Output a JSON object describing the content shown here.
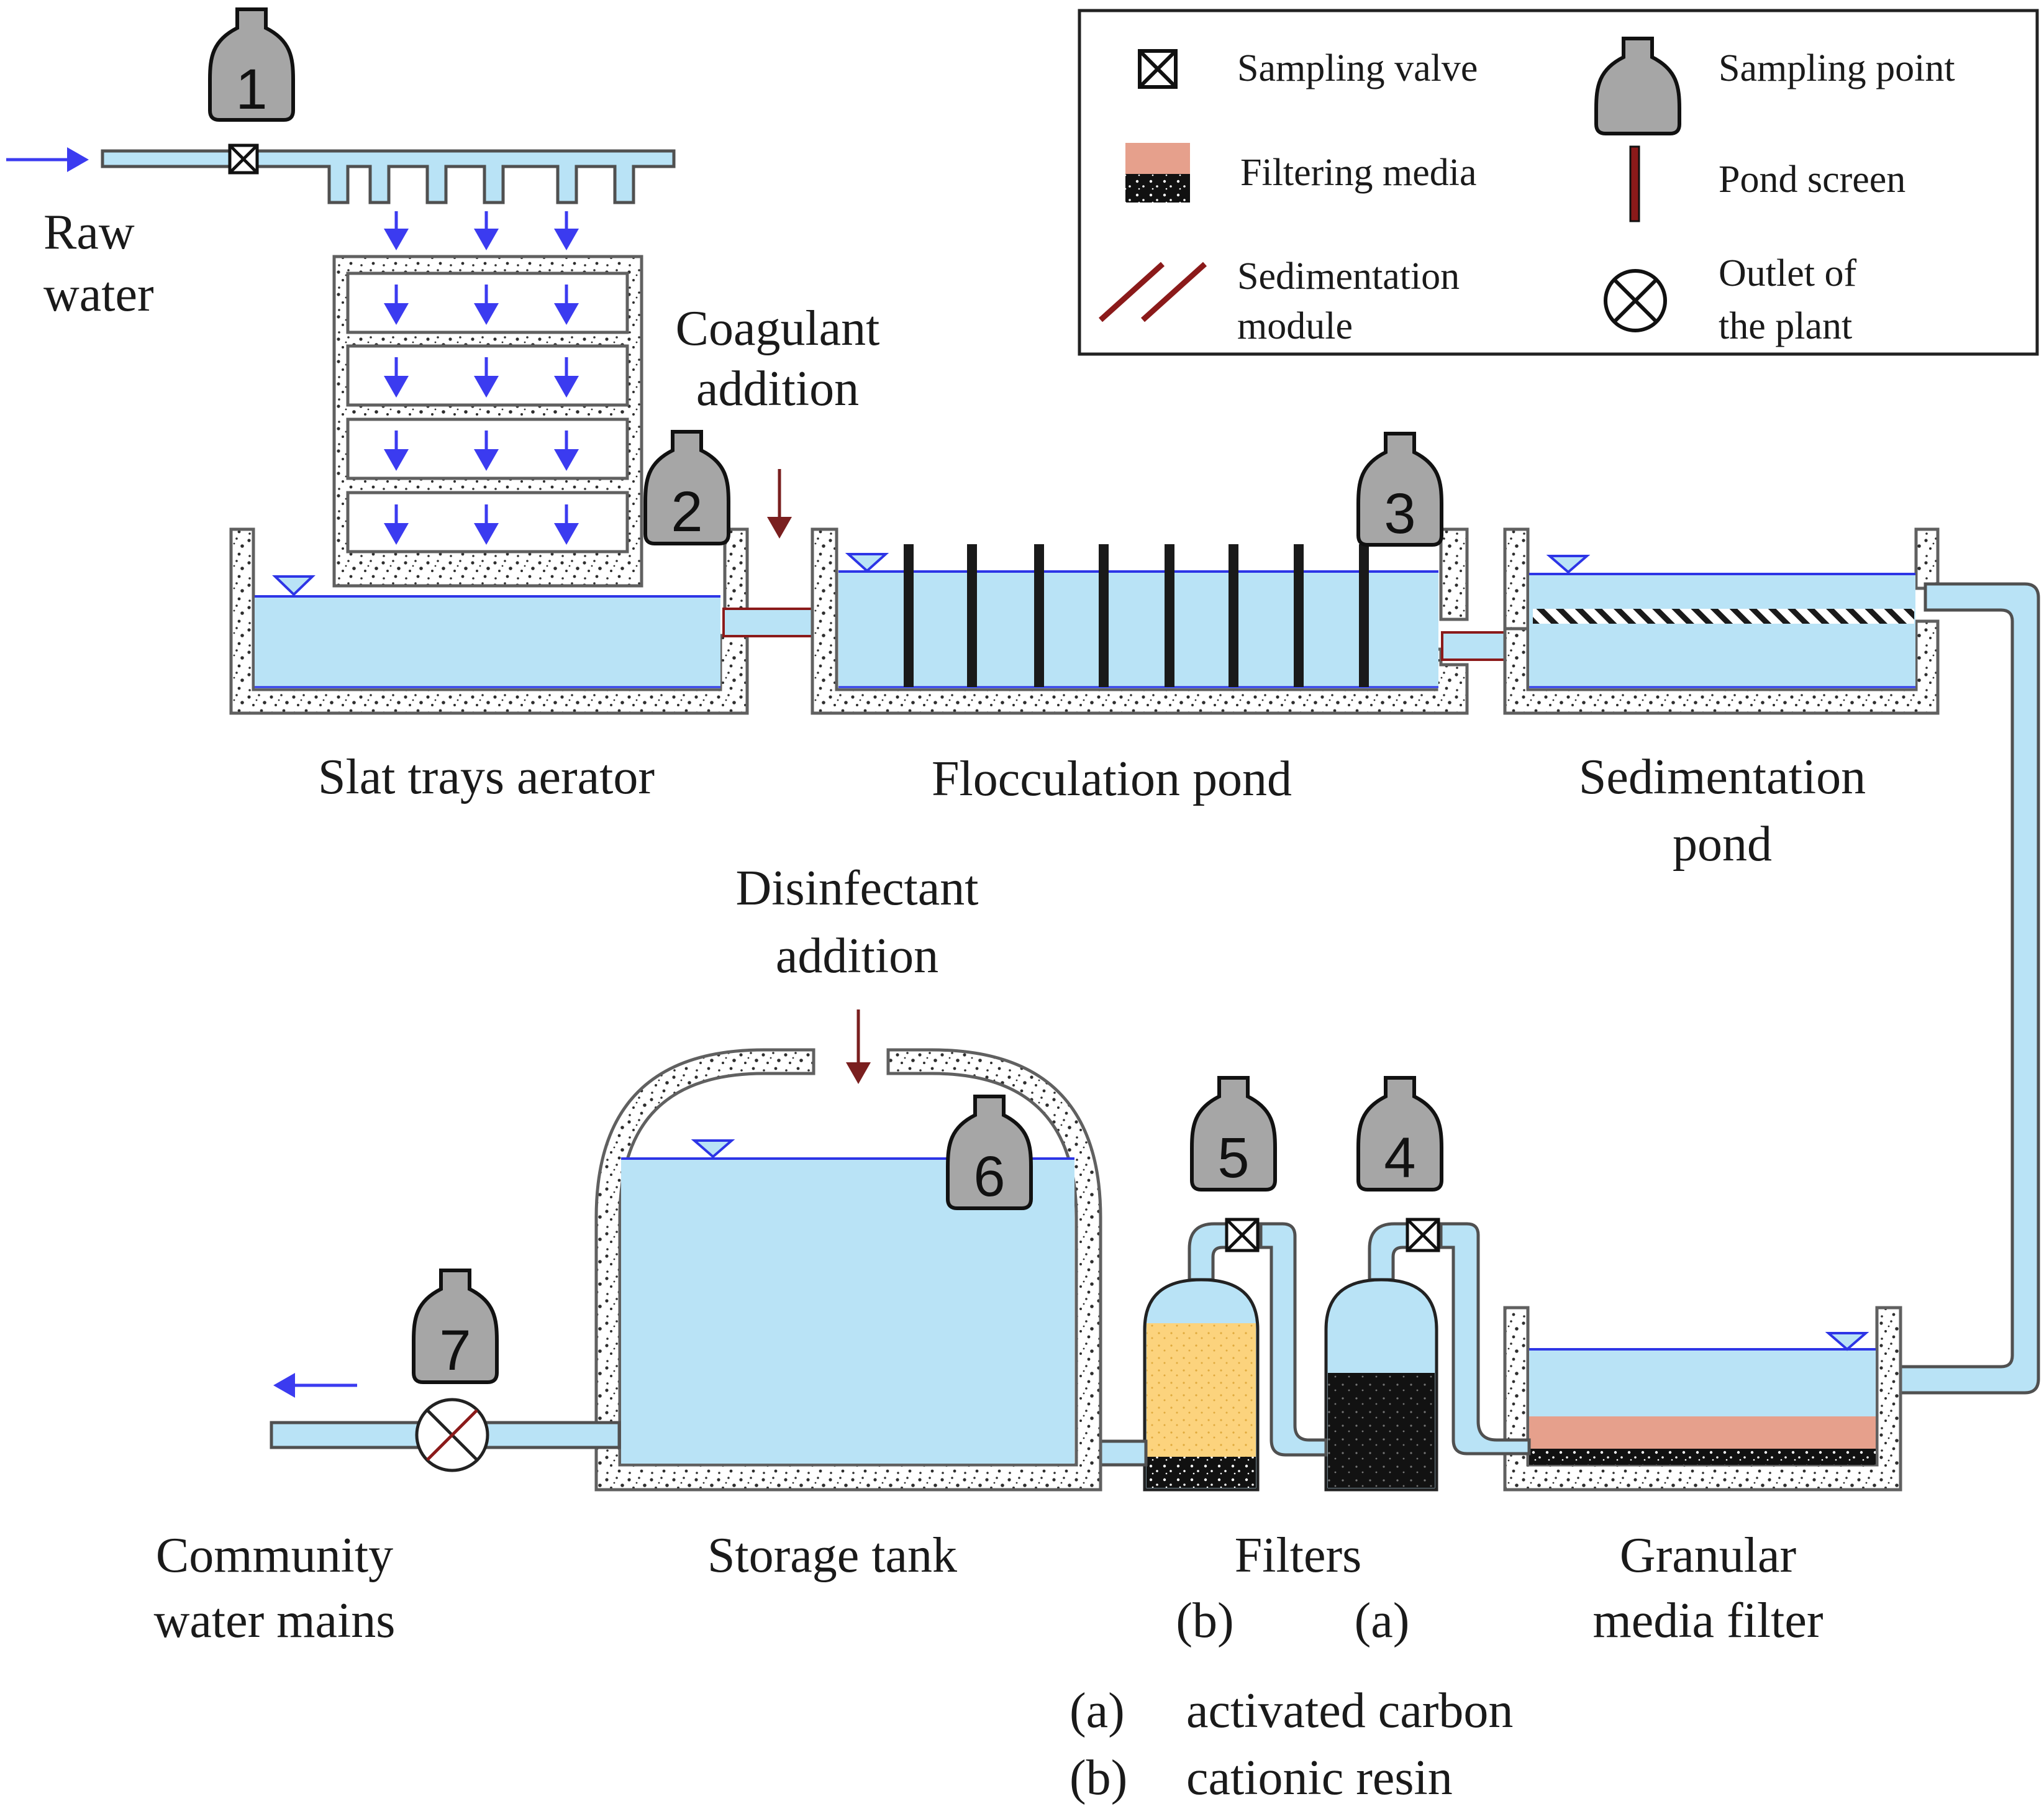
{
  "colors": {
    "water": "#b9e3f6",
    "water_line": "#2d35e6",
    "flow_arrow": "#3b3bf0",
    "wall": "#606060",
    "wall_fill": "#ffffff",
    "speckle": "#303030",
    "chemical_arrow": "#7a1f1f",
    "screen": "#222222",
    "sed_module": "#8b1a1a",
    "filter_media_top": "#e6a08c",
    "resin": "#fcd37d",
    "carbon": "#121212",
    "bottle": "#a6a6a6"
  },
  "legend": {
    "sampling_valve": "Sampling valve",
    "sampling_point": "Sampling point",
    "filtering_media": "Filtering media",
    "pond_screen": "Pond screen",
    "sedimentation_module": [
      "Sedimentation",
      "module"
    ],
    "outlet": [
      "Outlet of",
      "the plant"
    ]
  },
  "labels": {
    "raw_water": [
      "Raw",
      "water"
    ],
    "coagulant": [
      "Coagulant",
      "addition"
    ],
    "aerator": "Slat trays aerator",
    "flocculation": "Flocculation pond",
    "sedimentation": [
      "Sedimentation",
      "pond"
    ],
    "disinfectant": [
      "Disinfectant",
      "addition"
    ],
    "community": [
      "Community",
      "water mains"
    ],
    "storage": "Storage tank",
    "filters": "Filters",
    "filter_b": "(b)",
    "filter_a": "(a)",
    "granular": [
      "Granular",
      "media filter"
    ],
    "key_a_letter": "(a)",
    "key_a_text": "activated carbon",
    "key_b_letter": "(b)",
    "key_b_text": "cationic resin"
  },
  "sampling_points": [
    "1",
    "2",
    "3",
    "4",
    "5",
    "6",
    "7"
  ]
}
